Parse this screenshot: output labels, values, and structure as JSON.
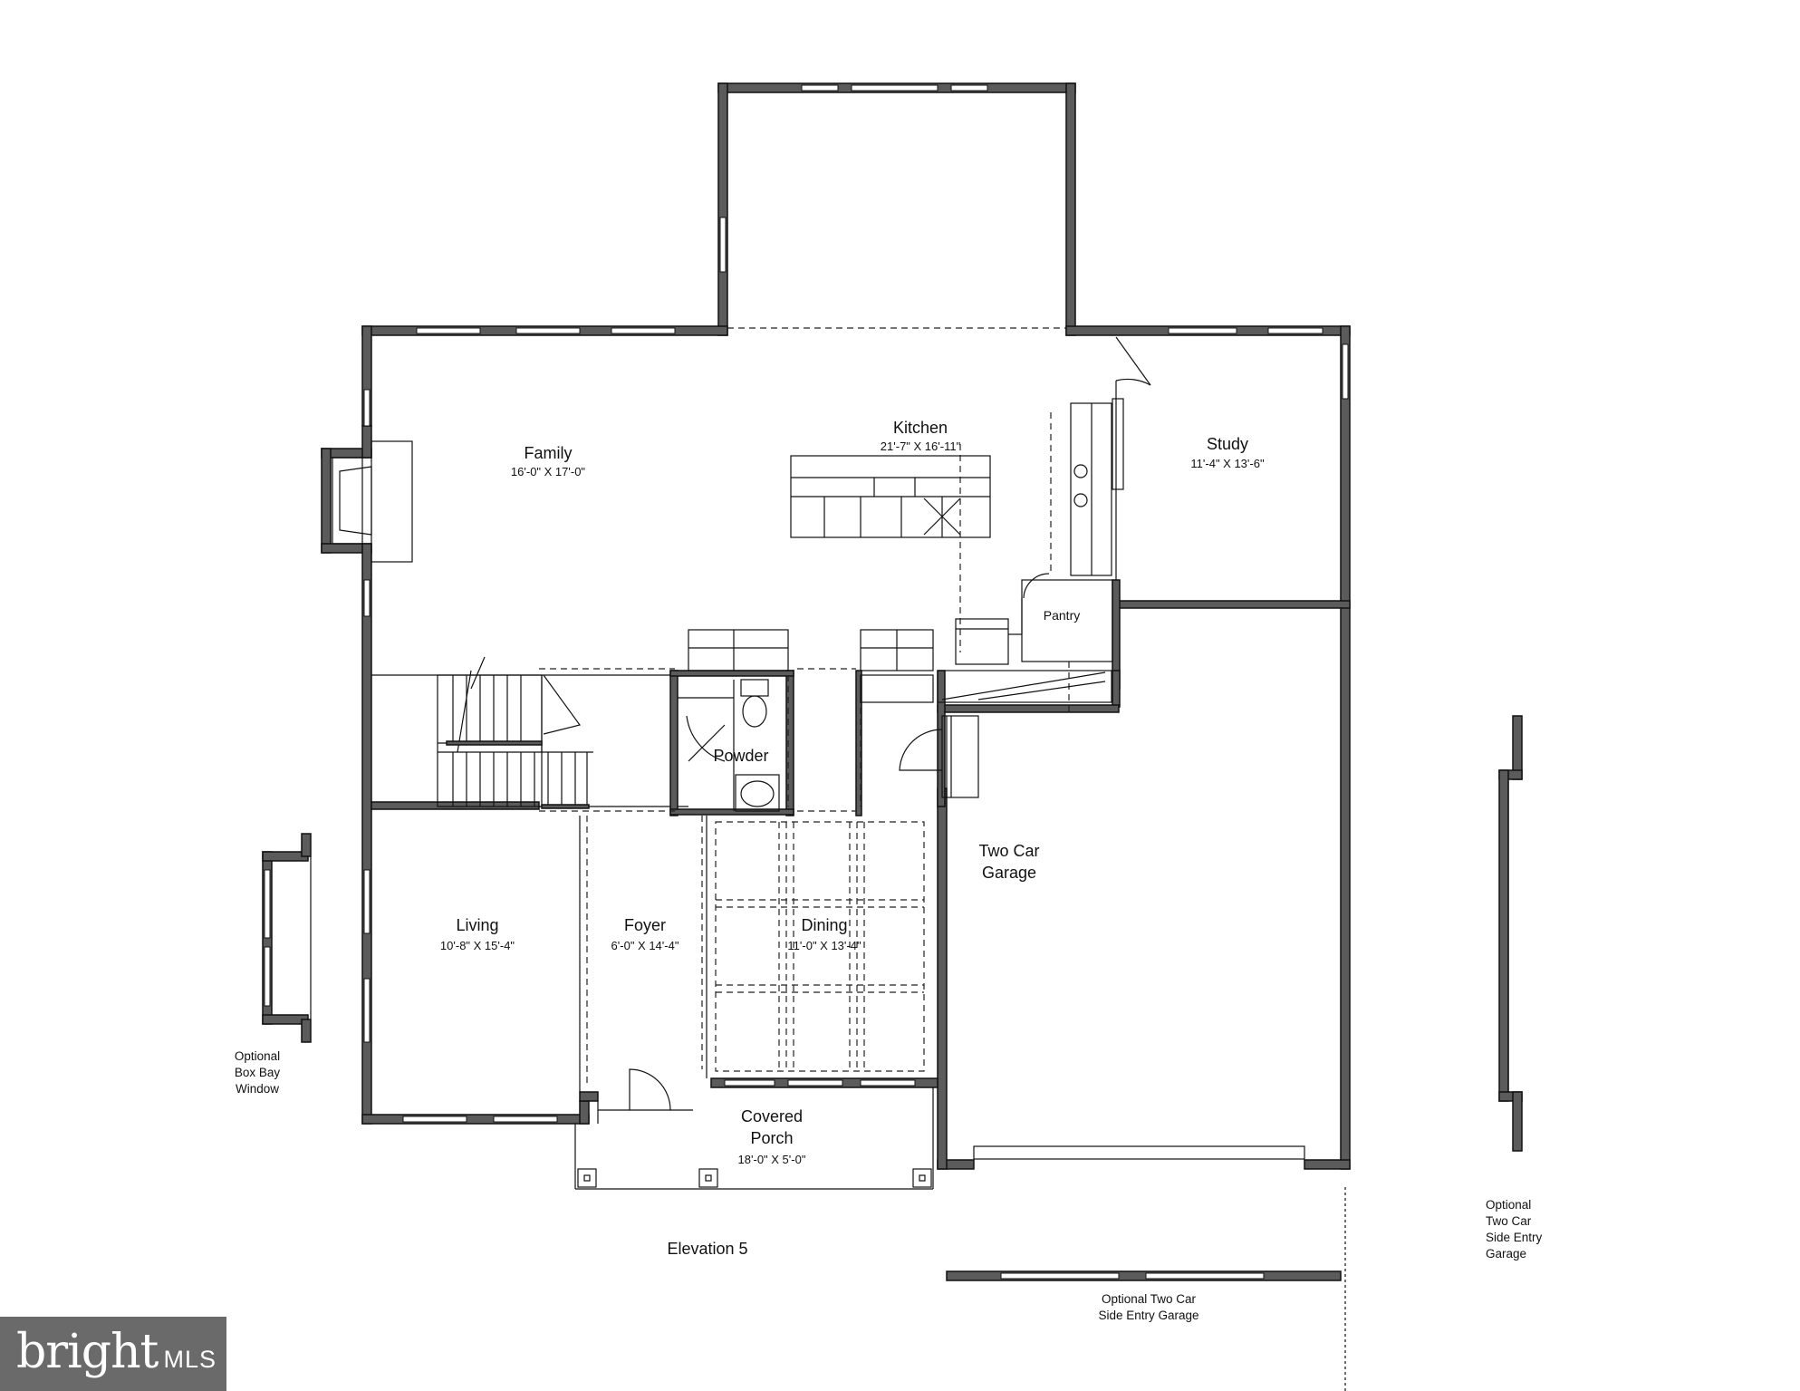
{
  "rooms": {
    "family": {
      "name": "Family",
      "dims": "16'-0\" X 17'-0\""
    },
    "kitchen": {
      "name": "Kitchen",
      "dims": "21'-7\" X 16'-11\""
    },
    "study": {
      "name": "Study",
      "dims": "11'-4\" X 13'-6\""
    },
    "pantry": {
      "name": "Pantry"
    },
    "powder": {
      "name": "Powder"
    },
    "garage": {
      "name_line1": "Two Car",
      "name_line2": "Garage"
    },
    "living": {
      "name": "Living",
      "dims": "10'-8\" X 15'-4\""
    },
    "foyer": {
      "name": "Foyer",
      "dims": "6'-0\" X 14'-4\""
    },
    "dining": {
      "name": "Dining",
      "dims": "11'-0\" X 13'-4\""
    },
    "porch": {
      "name_line1": "Covered",
      "name_line2": "Porch",
      "dims": "18'-0\" X 5'-0\""
    }
  },
  "notes": {
    "box_bay": [
      "Optional",
      "Box Bay",
      "Window"
    ],
    "side_entry_right": [
      "Optional",
      "Two Car",
      "Side Entry",
      "Garage"
    ],
    "side_entry_bottom": [
      "Optional Two Car",
      "Side Entry Garage"
    ]
  },
  "elevation": "Elevation 5",
  "watermark": {
    "brand": "bright",
    "suffix": "MLS"
  },
  "colors": {
    "wall": "#5b5b5b",
    "line": "#111111",
    "logo_bg": "#6a6a6a"
  }
}
